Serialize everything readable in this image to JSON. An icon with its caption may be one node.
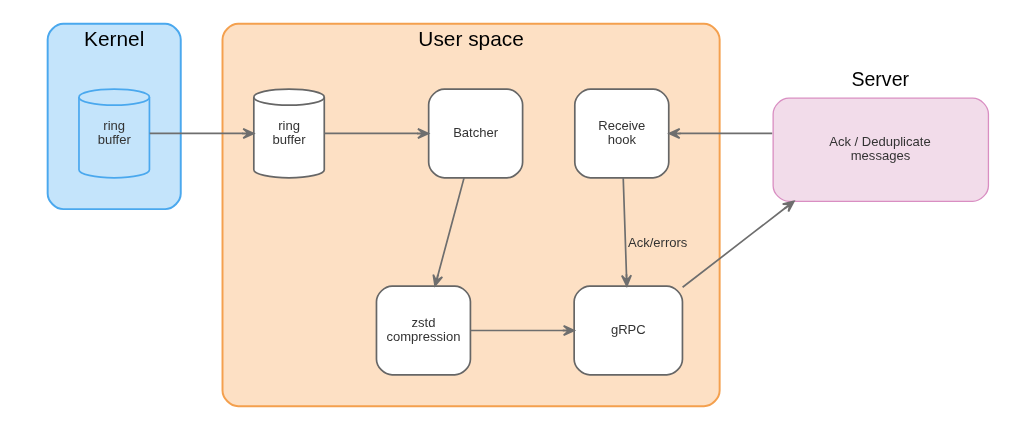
{
  "diagram": {
    "nodes": [
      {
        "text": [
          "Kernel"
        ]
      },
      {
        "text": [
          "ring buffer"
        ],
        "in": 0
      },
      {
        "text": [
          "User space"
        ]
      },
      {
        "text": [
          "ring buffer"
        ],
        "in": 2
      },
      {
        "text": [
          "Batcher"
        ],
        "in": 2
      },
      {
        "text": [
          "Receive hook"
        ],
        "in": 2
      },
      {
        "text": [
          "zstd compression"
        ],
        "in": 2
      },
      {
        "text": [
          "gRPC"
        ],
        "in": 2
      },
      {
        "text": [
          "Server",
          "Ack / Deduplicate messages"
        ]
      }
    ],
    "edges": [
      {
        "from": 1,
        "to": 3,
        "arrow": "to"
      },
      {
        "from": 3,
        "to": 4,
        "arrow": "to"
      },
      {
        "from": 4,
        "to": 6,
        "arrow": "to"
      },
      {
        "from": 6,
        "to": 7,
        "arrow": "to"
      },
      {
        "from": 5,
        "to": 7,
        "arrow": "to",
        "label": "Ack/errors"
      },
      {
        "from": 7,
        "to": 8,
        "arrow": "to"
      },
      {
        "from": 8,
        "to": 5,
        "arrow": "to"
      }
    ]
  }
}
